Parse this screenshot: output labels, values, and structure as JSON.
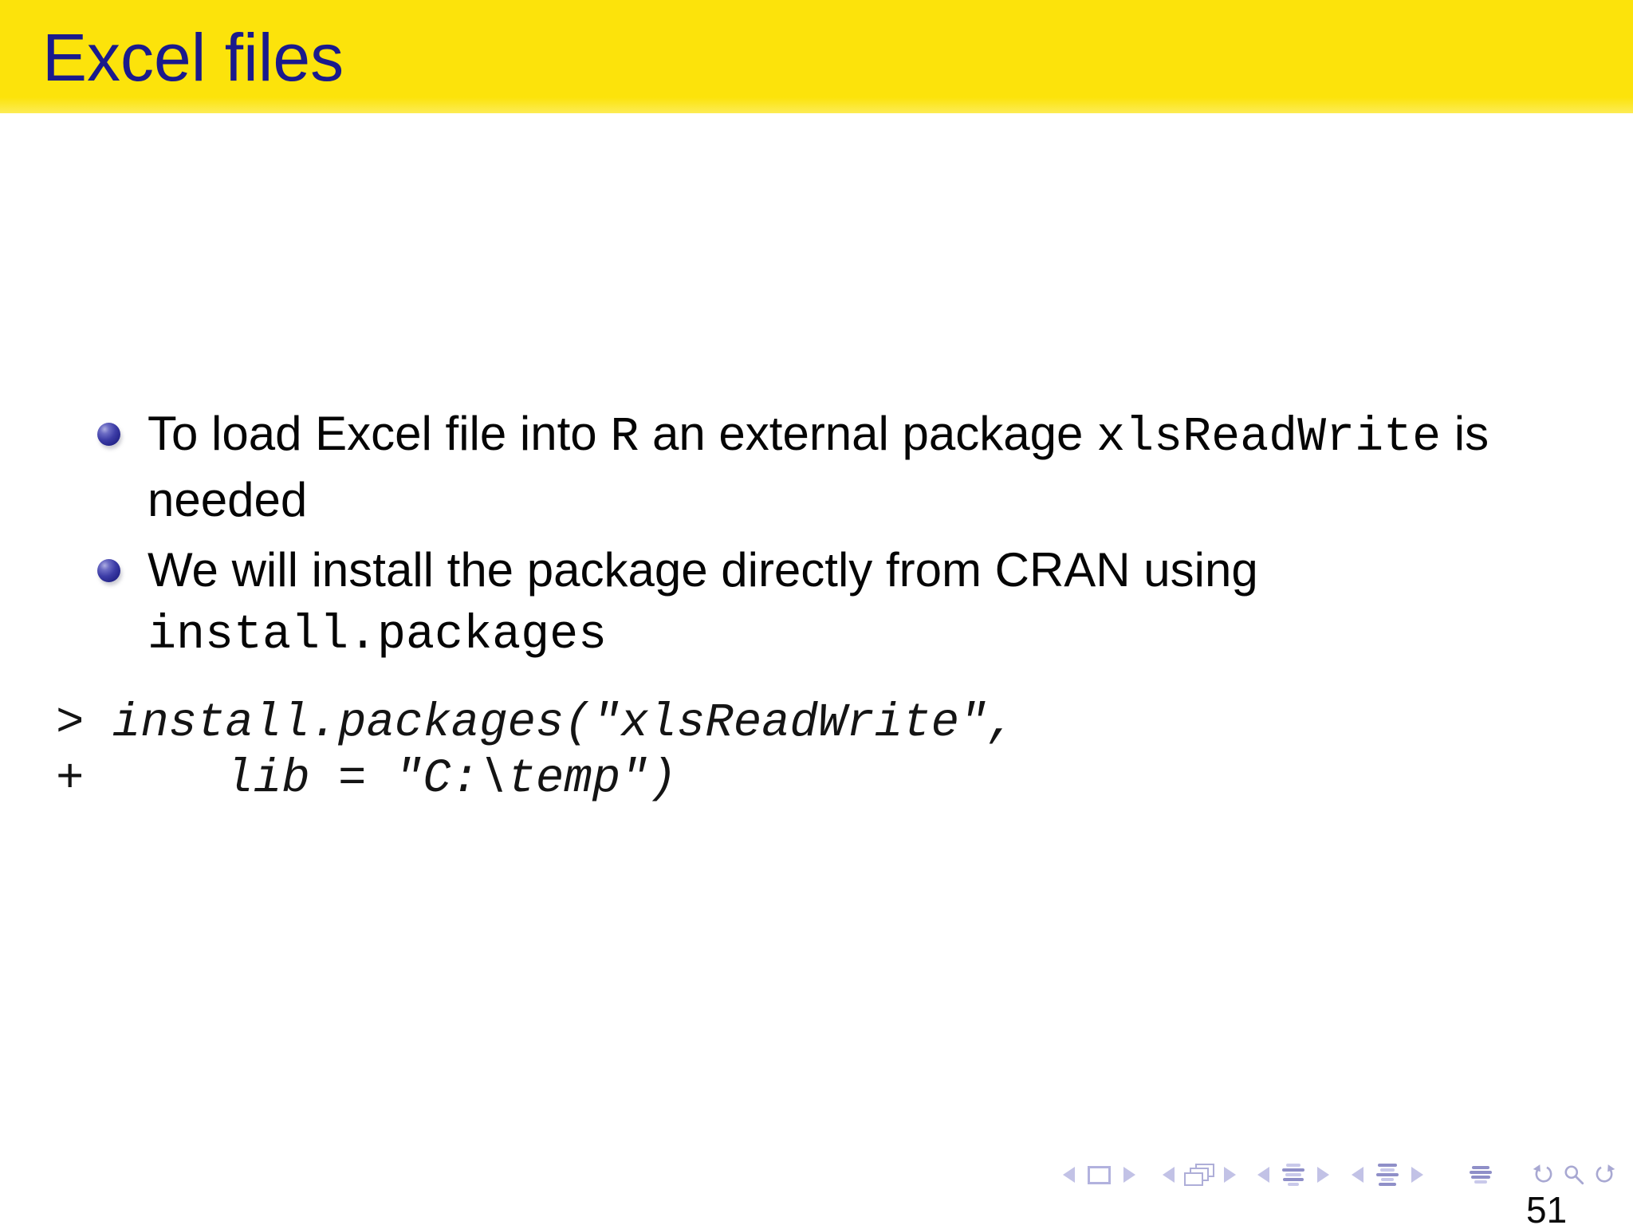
{
  "slide": {
    "title": "Excel files",
    "page_number": "51"
  },
  "colors": {
    "header_background": "#FCE30B",
    "title_text": "#1A1A8C",
    "body_text": "#050505",
    "bullet_ball": "#2E2E96",
    "nav_symbols": "#9b9bce",
    "nav_symbols_light": "#c9c9ea"
  },
  "bullets": [
    {
      "lines": [
        [
          {
            "t": "To load Excel file into ",
            "mono": false
          },
          {
            "t": "R",
            "mono": true
          },
          {
            "t": " an external package ",
            "mono": false
          },
          {
            "t": "xlsReadWrite",
            "mono": true
          },
          {
            "t": " is",
            "mono": false
          }
        ],
        [
          {
            "t": "needed",
            "mono": false
          }
        ]
      ]
    },
    {
      "lines": [
        [
          {
            "t": "We will install the package directly from CRAN using",
            "mono": false
          }
        ],
        [
          {
            "t": "install.packages",
            "mono": true
          }
        ]
      ]
    }
  ],
  "code_block": {
    "lines": [
      "> install.packages(\"xlsReadWrite\",",
      "+     lib = \"C:\\temp\")"
    ]
  },
  "navigation": {
    "symbols": [
      "prev-slide",
      "frame",
      "next-slide",
      "prev-frame",
      "frame-stack",
      "next-frame",
      "prev-subsection",
      "subsection-outline",
      "next-subsection",
      "prev-section",
      "section-outline",
      "next-section",
      "document-outline",
      "history-back",
      "search",
      "history-forward"
    ]
  }
}
